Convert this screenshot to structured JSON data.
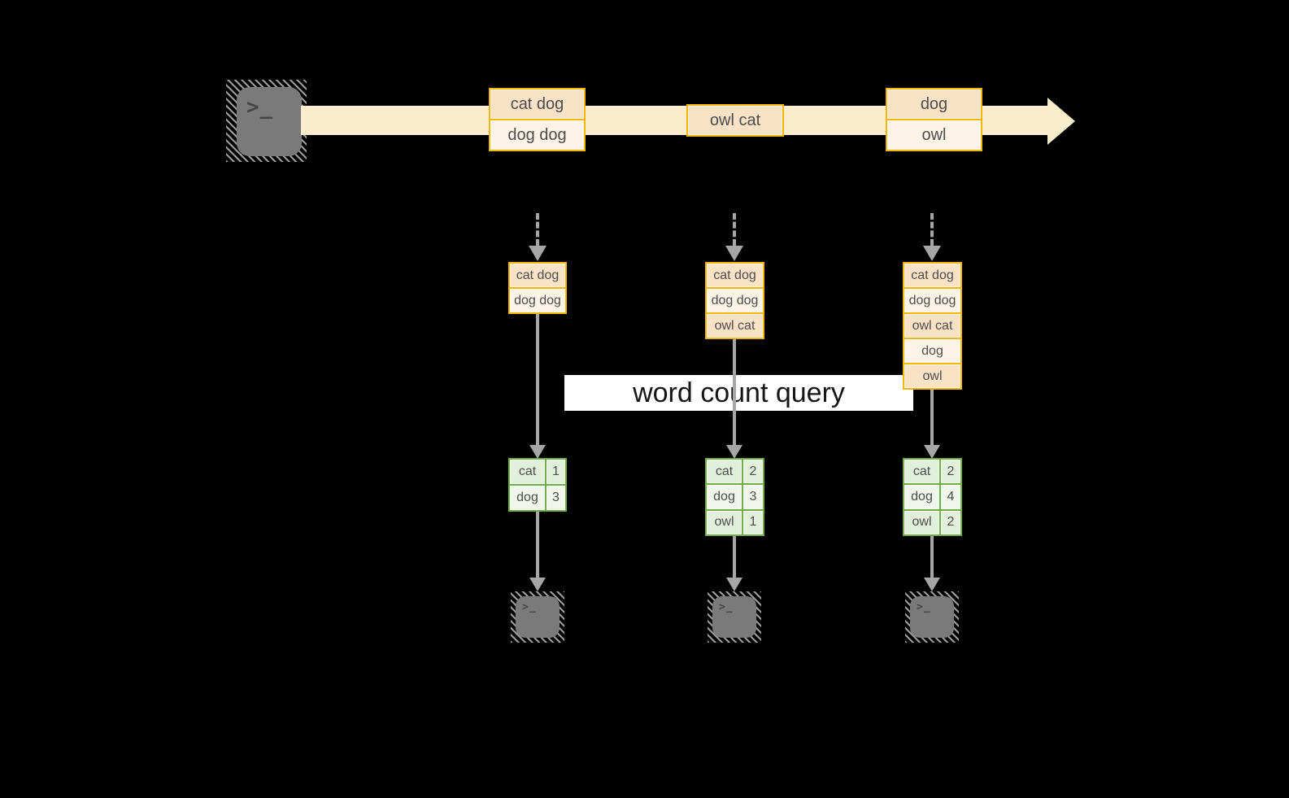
{
  "title": {
    "query_label": "word count query"
  },
  "terminal_prompt": ">_",
  "stream": {
    "batches": [
      {
        "rows": [
          "cat dog",
          "dog dog"
        ]
      },
      {
        "rows": [
          "owl cat"
        ]
      },
      {
        "rows": [
          "dog",
          "owl"
        ]
      }
    ]
  },
  "pipelines": [
    {
      "batch_log": [
        "cat dog",
        "dog dog"
      ],
      "word_counts": [
        {
          "word": "cat",
          "count": "1"
        },
        {
          "word": "dog",
          "count": "3"
        }
      ]
    },
    {
      "batch_log": [
        "cat dog",
        "dog dog",
        "owl cat"
      ],
      "word_counts": [
        {
          "word": "cat",
          "count": "2"
        },
        {
          "word": "dog",
          "count": "3"
        },
        {
          "word": "owl",
          "count": "1"
        }
      ]
    },
    {
      "batch_log": [
        "cat dog",
        "dog dog",
        "owl cat",
        "dog",
        "owl"
      ],
      "word_counts": [
        {
          "word": "cat",
          "count": "2"
        },
        {
          "word": "dog",
          "count": "4"
        },
        {
          "word": "owl",
          "count": "2"
        }
      ]
    }
  ],
  "colors": {
    "background": "#000000",
    "stream_fill": "#FBEDCB",
    "box_border_gold": "#F2B705",
    "box_fill_dark": "#FAE2C6",
    "box_fill_light": "#FDF3E7",
    "table_border_green": "#70AD47",
    "table_fill_dark": "#E2EFDA",
    "table_fill_light": "#F0F6EB",
    "arrow_gray": "#A6A6A6",
    "terminal_gray": "#7A7A7A",
    "text_dark": "#4D4D4D"
  }
}
